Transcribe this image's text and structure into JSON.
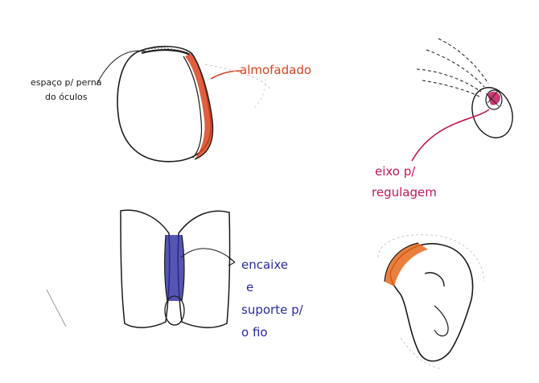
{
  "labels": {
    "eyeglass_space_line1": "espaço p/ perna",
    "eyeglass_space_line2": "do óculos",
    "padded": "almofadado",
    "axis_line1": "eixo p/",
    "axis_line2": "regulagem",
    "fitting_line1": "encaixe",
    "fitting_line2": "e",
    "fitting_line3": "suporte p/",
    "fitting_line4": "o fio"
  },
  "colors": {
    "ink": "#1a1a1a",
    "orange": "#d9431e",
    "pink": "#c2185b",
    "blue": "#2a2aa0",
    "paper": "#ffffff"
  }
}
